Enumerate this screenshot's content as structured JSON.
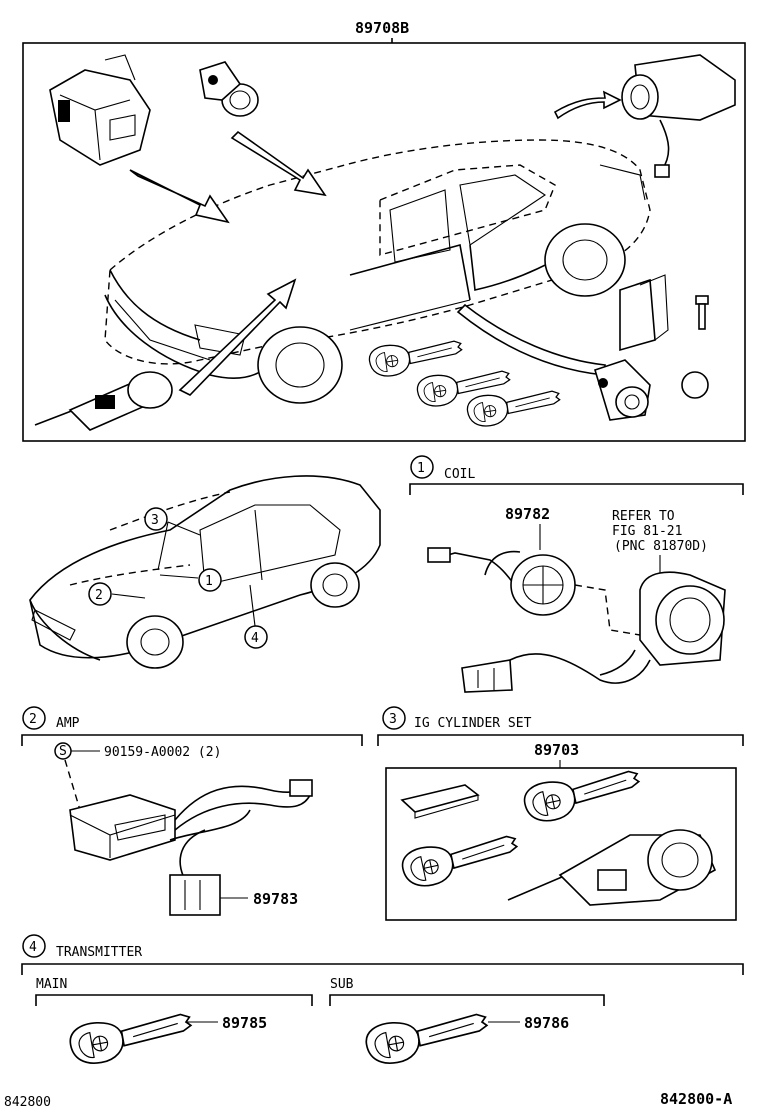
{
  "main_assembly": {
    "part_number": "89708B"
  },
  "callouts": {
    "c1": "1",
    "c2": "2",
    "c3": "3",
    "c4": "4"
  },
  "coil": {
    "number": "1",
    "title": "COIL",
    "part_number": "89782",
    "refer_line1": "REFER TO",
    "refer_line2": "FIG 81-21",
    "refer_line3": "(PNC 81870D)"
  },
  "amp": {
    "number": "2",
    "title": "AMP",
    "screw_symbol": "S",
    "screw_part": "90159-A0002 (2)",
    "part_number": "89783"
  },
  "ig_cylinder": {
    "number": "3",
    "title": "IG CYLINDER SET",
    "part_number": "89703"
  },
  "transmitter": {
    "number": "4",
    "title": "TRANSMITTER",
    "main_label": "MAIN",
    "main_part": "89785",
    "sub_label": "SUB",
    "sub_part": "89786"
  },
  "footer": {
    "left_code": "842800",
    "right_code": "842800-A"
  }
}
